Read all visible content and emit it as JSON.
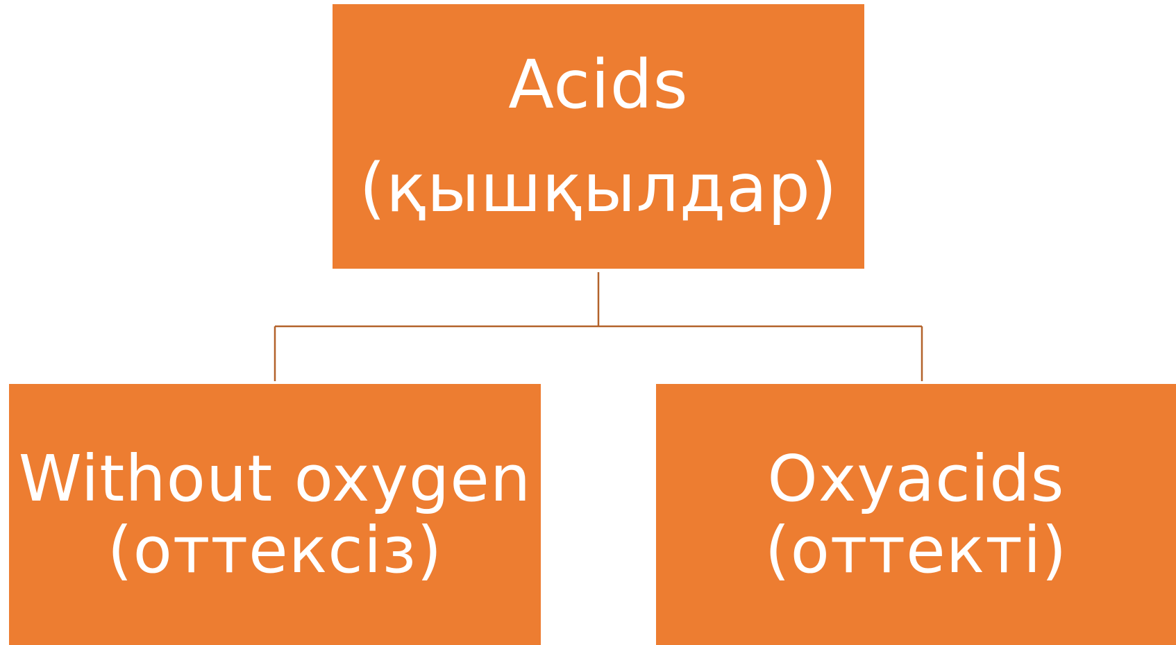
{
  "colors": {
    "node_fill": "#ED7D31",
    "node_text": "#FFFFFF",
    "connector": "#B3622A"
  },
  "diagram": {
    "root": {
      "line1": "Acids",
      "line2": "(қышқылдар)"
    },
    "children": [
      {
        "line1": "Without oxygen",
        "line2": "(оттексіз)"
      },
      {
        "line1": "Oxyacids",
        "line2": "(оттекті)"
      }
    ]
  }
}
